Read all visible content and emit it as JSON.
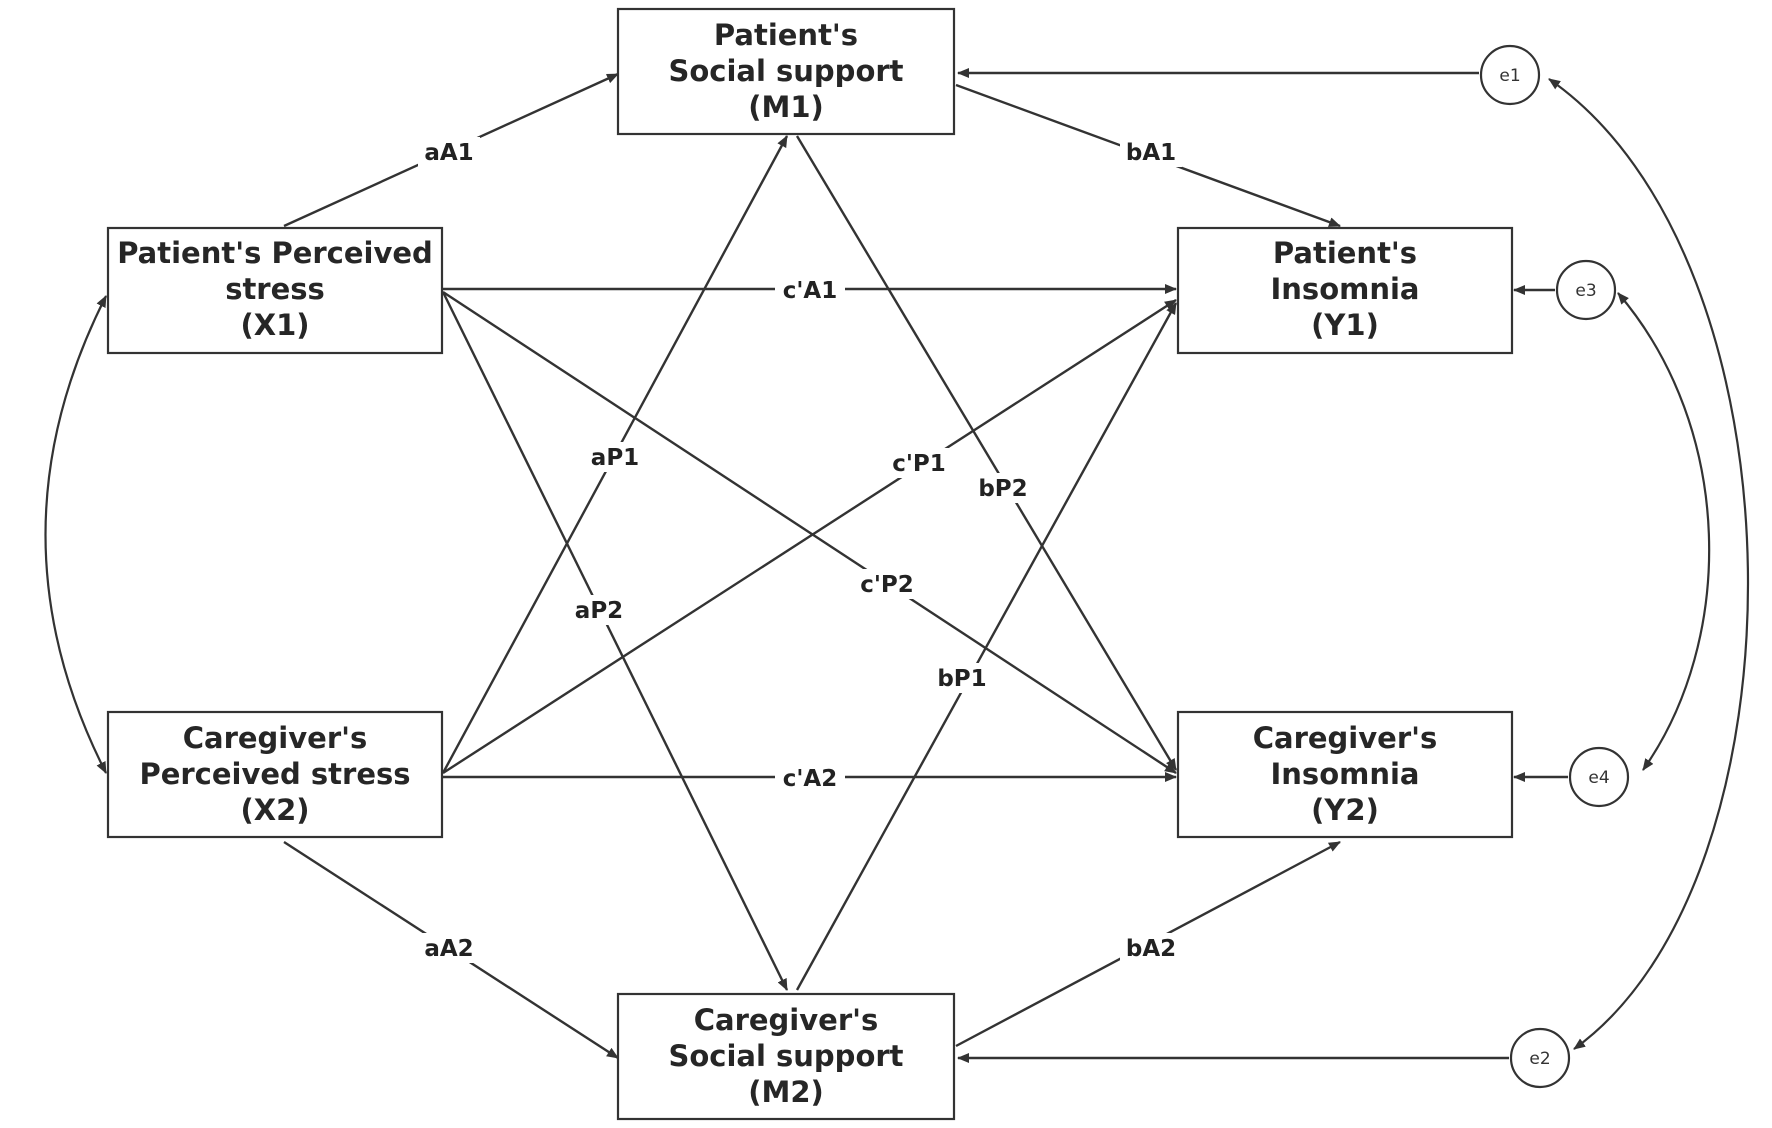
{
  "boxes": {
    "M1": [
      "Patient's",
      "Social support",
      "(M1)"
    ],
    "X1": [
      "Patient's Perceived",
      "stress",
      "(X1)"
    ],
    "Y1": [
      "Patient's",
      "Insomnia",
      "(Y1)"
    ],
    "X2": [
      "Caregiver's",
      "Perceived stress",
      "(X2)"
    ],
    "Y2": [
      "Caregiver's",
      "Insomnia",
      "(Y2)"
    ],
    "M2": [
      "Caregiver's",
      "Social support",
      "(M2)"
    ]
  },
  "errors": {
    "e1": "e1",
    "e3": "e3",
    "e4": "e4",
    "e2": "e2"
  },
  "paths": {
    "aA1": "aA1",
    "bA1": "bA1",
    "cA1": "c'A1",
    "aP1": "aP1",
    "cP1": "c'P1",
    "bP2": "bP2",
    "aP2": "aP2",
    "cP2": "c'P2",
    "bP1": "bP1",
    "cA2": "c'A2",
    "aA2": "aA2",
    "bA2": "bA2"
  },
  "colors": {
    "line": "#333333",
    "text": "#262626",
    "background": "#ffffff"
  }
}
